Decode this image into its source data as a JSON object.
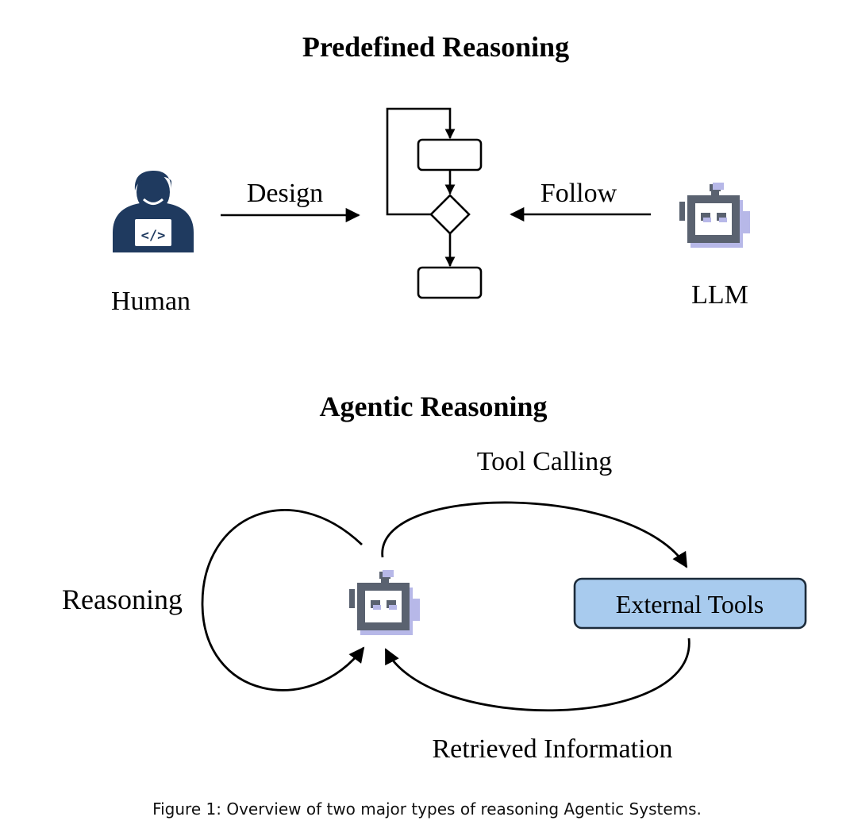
{
  "predefined": {
    "title": "Predefined Reasoning",
    "human_label": "Human",
    "llm_label": "LLM",
    "design_label": "Design",
    "follow_label": "Follow",
    "screen_glyph": "</>"
  },
  "agentic": {
    "title": "Agentic Reasoning",
    "tool_calling_label": "Tool Calling",
    "reasoning_label": "Reasoning",
    "retrieved_label": "Retrieved Information",
    "external_tools_label": "External Tools"
  },
  "caption": "Figure 1: Overview of two major types of reasoning Agentic Systems.",
  "colors": {
    "human_navy": "#1f3a5f",
    "robot_gray": "#5a6270",
    "robot_lavender": "#b7b8e8",
    "tools_fill": "#a8cbee",
    "tools_stroke": "#1c2b3a"
  }
}
